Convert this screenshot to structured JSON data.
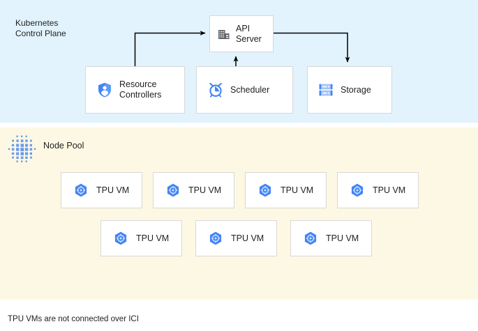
{
  "diagram": {
    "caption": "TPU VMs are not connected over ICI",
    "colors": {
      "control_plane_bg": "#e2f3fd",
      "node_pool_bg": "#fdf8e3",
      "card_bg": "#ffffff",
      "card_border": "#d8d8d8",
      "accent_blue": "#4285f4",
      "icon_gray": "#5f6368",
      "arrow": "#000000",
      "text": "#1f1f1f"
    }
  },
  "control_plane": {
    "title": "Kubernetes\nControl Plane",
    "icon": "none",
    "cards": [
      {
        "label": "API\nServer",
        "icon": "building-icon"
      },
      {
        "label": "Resource\nControllers",
        "icon": "shield-person-icon"
      },
      {
        "label": "Scheduler",
        "icon": "alarm-clock-icon"
      },
      {
        "label": "Storage",
        "icon": "server-rack-icon"
      }
    ],
    "arrows": [
      {
        "from": "Resource Controllers",
        "to": "API Server"
      },
      {
        "from": "Scheduler",
        "to": "API Server"
      },
      {
        "from": "API Server",
        "to": "Storage"
      }
    ]
  },
  "node_pool": {
    "title": "Node Pool",
    "icon": "dot-matrix-icon",
    "rows": [
      {
        "vms": [
          {
            "label": "TPU VM",
            "icon": "tpu-hexagon-icon"
          },
          {
            "label": "TPU VM",
            "icon": "tpu-hexagon-icon"
          },
          {
            "label": "TPU VM",
            "icon": "tpu-hexagon-icon"
          },
          {
            "label": "TPU VM",
            "icon": "tpu-hexagon-icon"
          }
        ]
      },
      {
        "vms": [
          {
            "label": "TPU VM",
            "icon": "tpu-hexagon-icon"
          },
          {
            "label": "TPU VM",
            "icon": "tpu-hexagon-icon"
          },
          {
            "label": "TPU VM",
            "icon": "tpu-hexagon-icon"
          }
        ]
      }
    ]
  }
}
